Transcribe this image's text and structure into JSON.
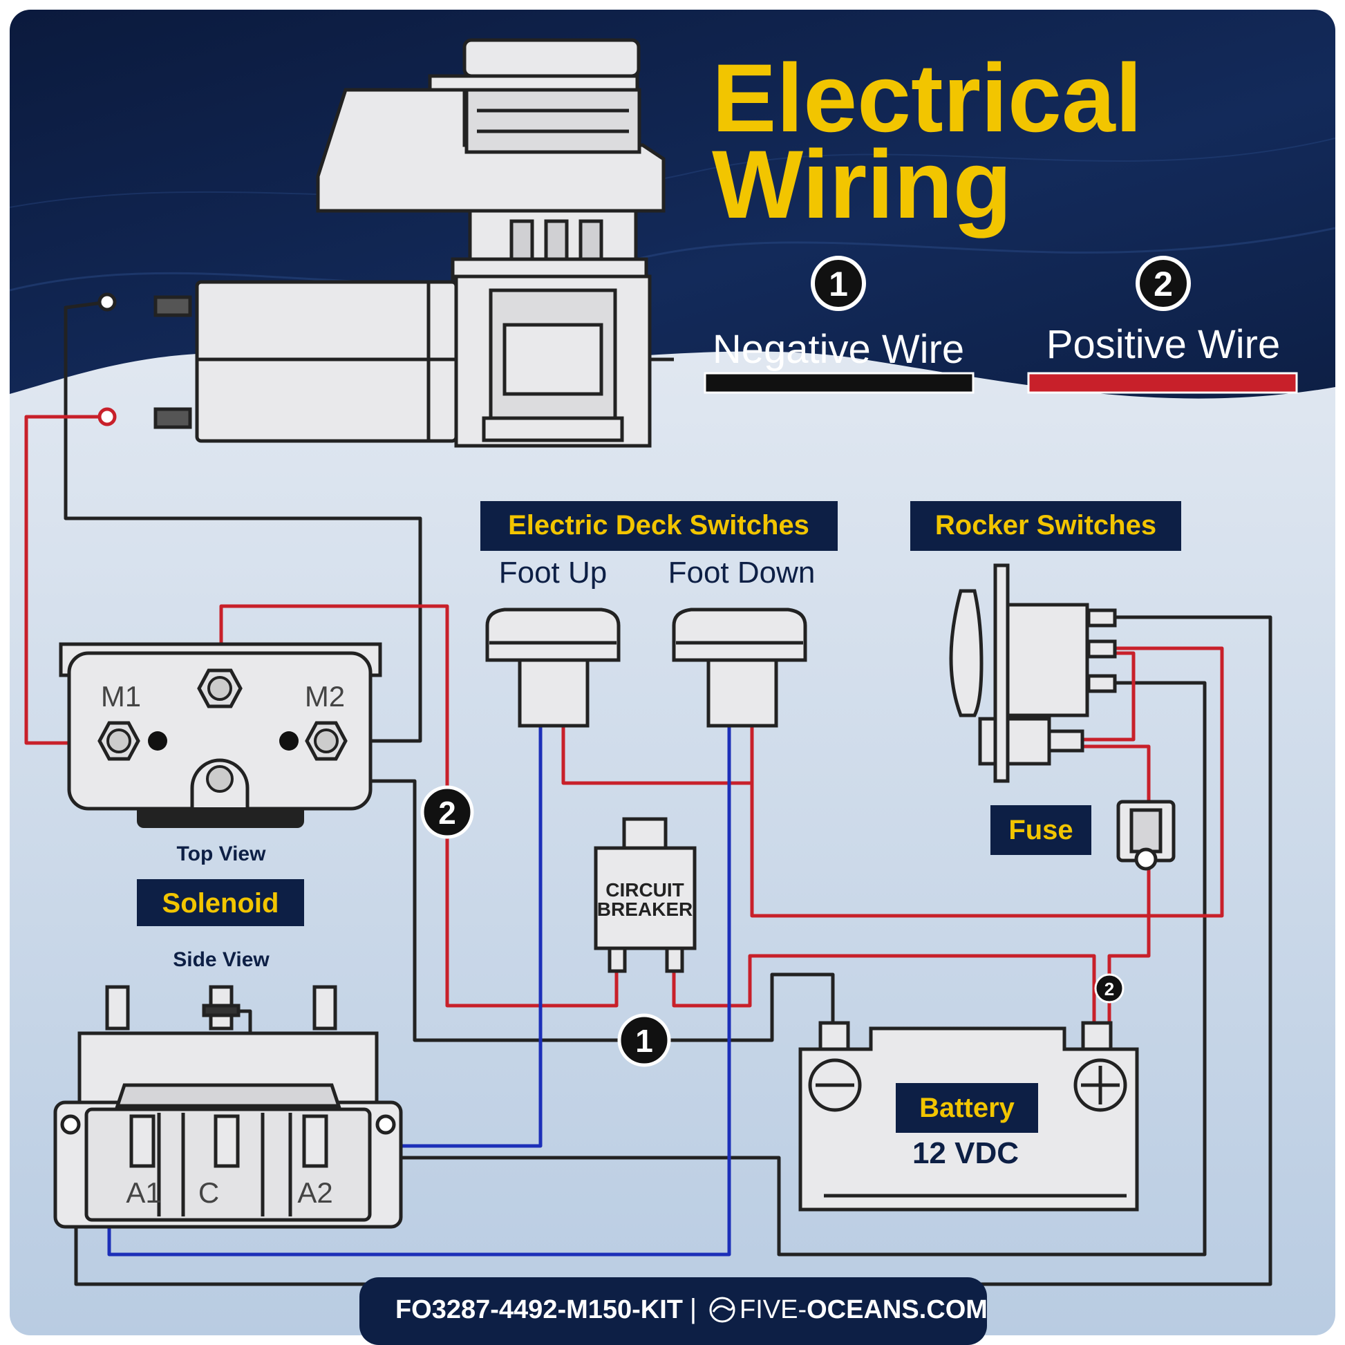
{
  "title": {
    "line1": "Electrical",
    "line2": "Wiring"
  },
  "legend": {
    "negative": {
      "number": "1",
      "label": "Negative Wire"
    },
    "positive": {
      "number": "2",
      "label": "Positive Wire"
    }
  },
  "sections": {
    "deck_switches": "Electric Deck Switches",
    "foot_up": "Foot Up",
    "foot_down": "Foot Down",
    "rocker_switches": "Rocker Switches",
    "fuse": "Fuse",
    "solenoid": "Solenoid",
    "top_view": "Top View",
    "side_view": "Side View",
    "circuit_breaker_line1": "CIRCUIT",
    "circuit_breaker_line2": "BREAKER",
    "battery": "Battery",
    "battery_voltage": "12 VDC"
  },
  "terminals": {
    "m1": "M1",
    "m2": "M2",
    "a1": "A1",
    "c": "C",
    "a2": "A2"
  },
  "markers": {
    "positive_marker": "2",
    "negative_marker": "1",
    "battery_positive_marker": "2"
  },
  "footer": {
    "kit": "FO3287-4492-M150-KIT",
    "separator": "|",
    "site_prefix": "FIVE-",
    "site_suffix": "OCEANS.COM"
  },
  "colors": {
    "navy": "#0d1f45",
    "yellow": "#f2c500",
    "negative_wire": "#222222",
    "positive_wire": "#c8202a",
    "control_wire": "#1c2fb8",
    "component_fill": "#e9e9eb",
    "background_light": "#d5deea"
  }
}
